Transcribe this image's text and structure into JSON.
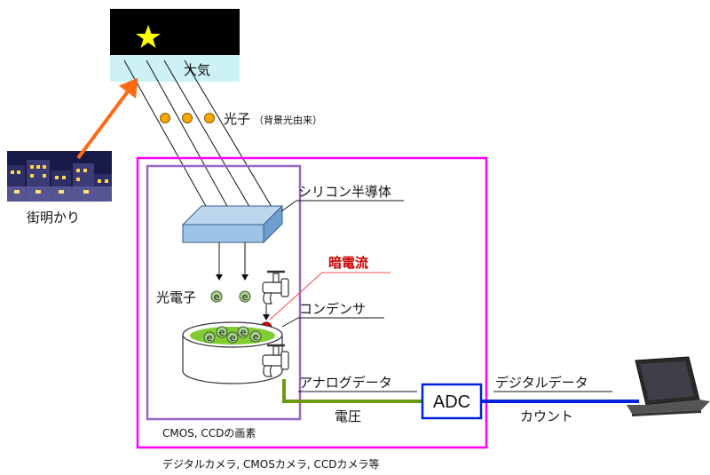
{
  "labels": {
    "atmosphere": "大気",
    "photon": "光子",
    "photon_note": "（背景光由来）",
    "streetlight": "街明かり",
    "silicon": "シリコン半導体",
    "dark_current": "暗電流",
    "photoelectron": "光電子",
    "capacitor": "コンデンサ",
    "analog_data": "アナログデータ",
    "voltage": "電圧",
    "adc": "ADC",
    "digital_data": "デジタルデータ",
    "count": "カウント",
    "pixel": "CMOS, CCDの画素",
    "camera": "デジタルカメラ, CMOSカメラ, CCDカメラ等"
  },
  "electron_symbol": "e",
  "colors": {
    "sky": "#000000",
    "star": "#ffff00",
    "atmosphere": "#ccf2f5",
    "magenta_frame": "#ff00ff",
    "purple_frame": "#9966cc",
    "silicon_fill": "#9dc3e6",
    "photon": "#f5a800",
    "electron": "#a9d18e",
    "dark_electron": "#e00000",
    "liquid": "#7fcc33",
    "orange_arrow": "#ff6a13",
    "analog_wire": "#6a9a10",
    "digital_wire": "#0022dd"
  }
}
